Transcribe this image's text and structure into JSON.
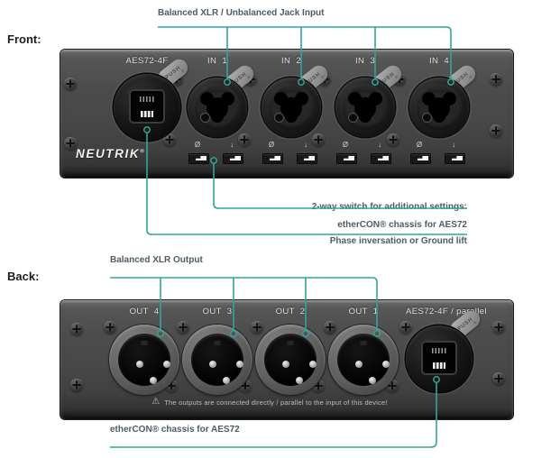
{
  "colors": {
    "accent": "#2fa79a",
    "note_text": "#4d5c66",
    "panel_gray": "#474747"
  },
  "front_heading": "Front:",
  "back_heading": "Back:",
  "push_label": "PUSH",
  "front": {
    "input_note": "Balanced XLR / Unbalanced Jack Input",
    "panel": {
      "ethercon_label": "AES72-4F",
      "inputs": [
        "IN  1",
        "IN  2",
        "IN  3",
        "IN  4"
      ],
      "brand": "NEUTRIK",
      "brand_reg": "®",
      "combo_brand": "NEUTRIK",
      "phase_symbol": "Ø",
      "ground_symbol": "↓"
    },
    "switch_note": {
      "line1": "2-way switch for additional settings:",
      "line2": "Phase inversation or Ground lift"
    },
    "ethercon_note": "etherCON® chassis for AES72"
  },
  "back": {
    "output_note": "Balanced XLR Output",
    "panel": {
      "outputs": [
        "OUT  4",
        "OUT  3",
        "OUT  2",
        "OUT  1"
      ],
      "ethercon_label": "AES72-4F / parallel",
      "warning_icon": "⚠",
      "warning": "The outputs are connected directly / parallel to the input of this device!"
    },
    "ethercon_note": "etherCON® chassis for AES72"
  }
}
